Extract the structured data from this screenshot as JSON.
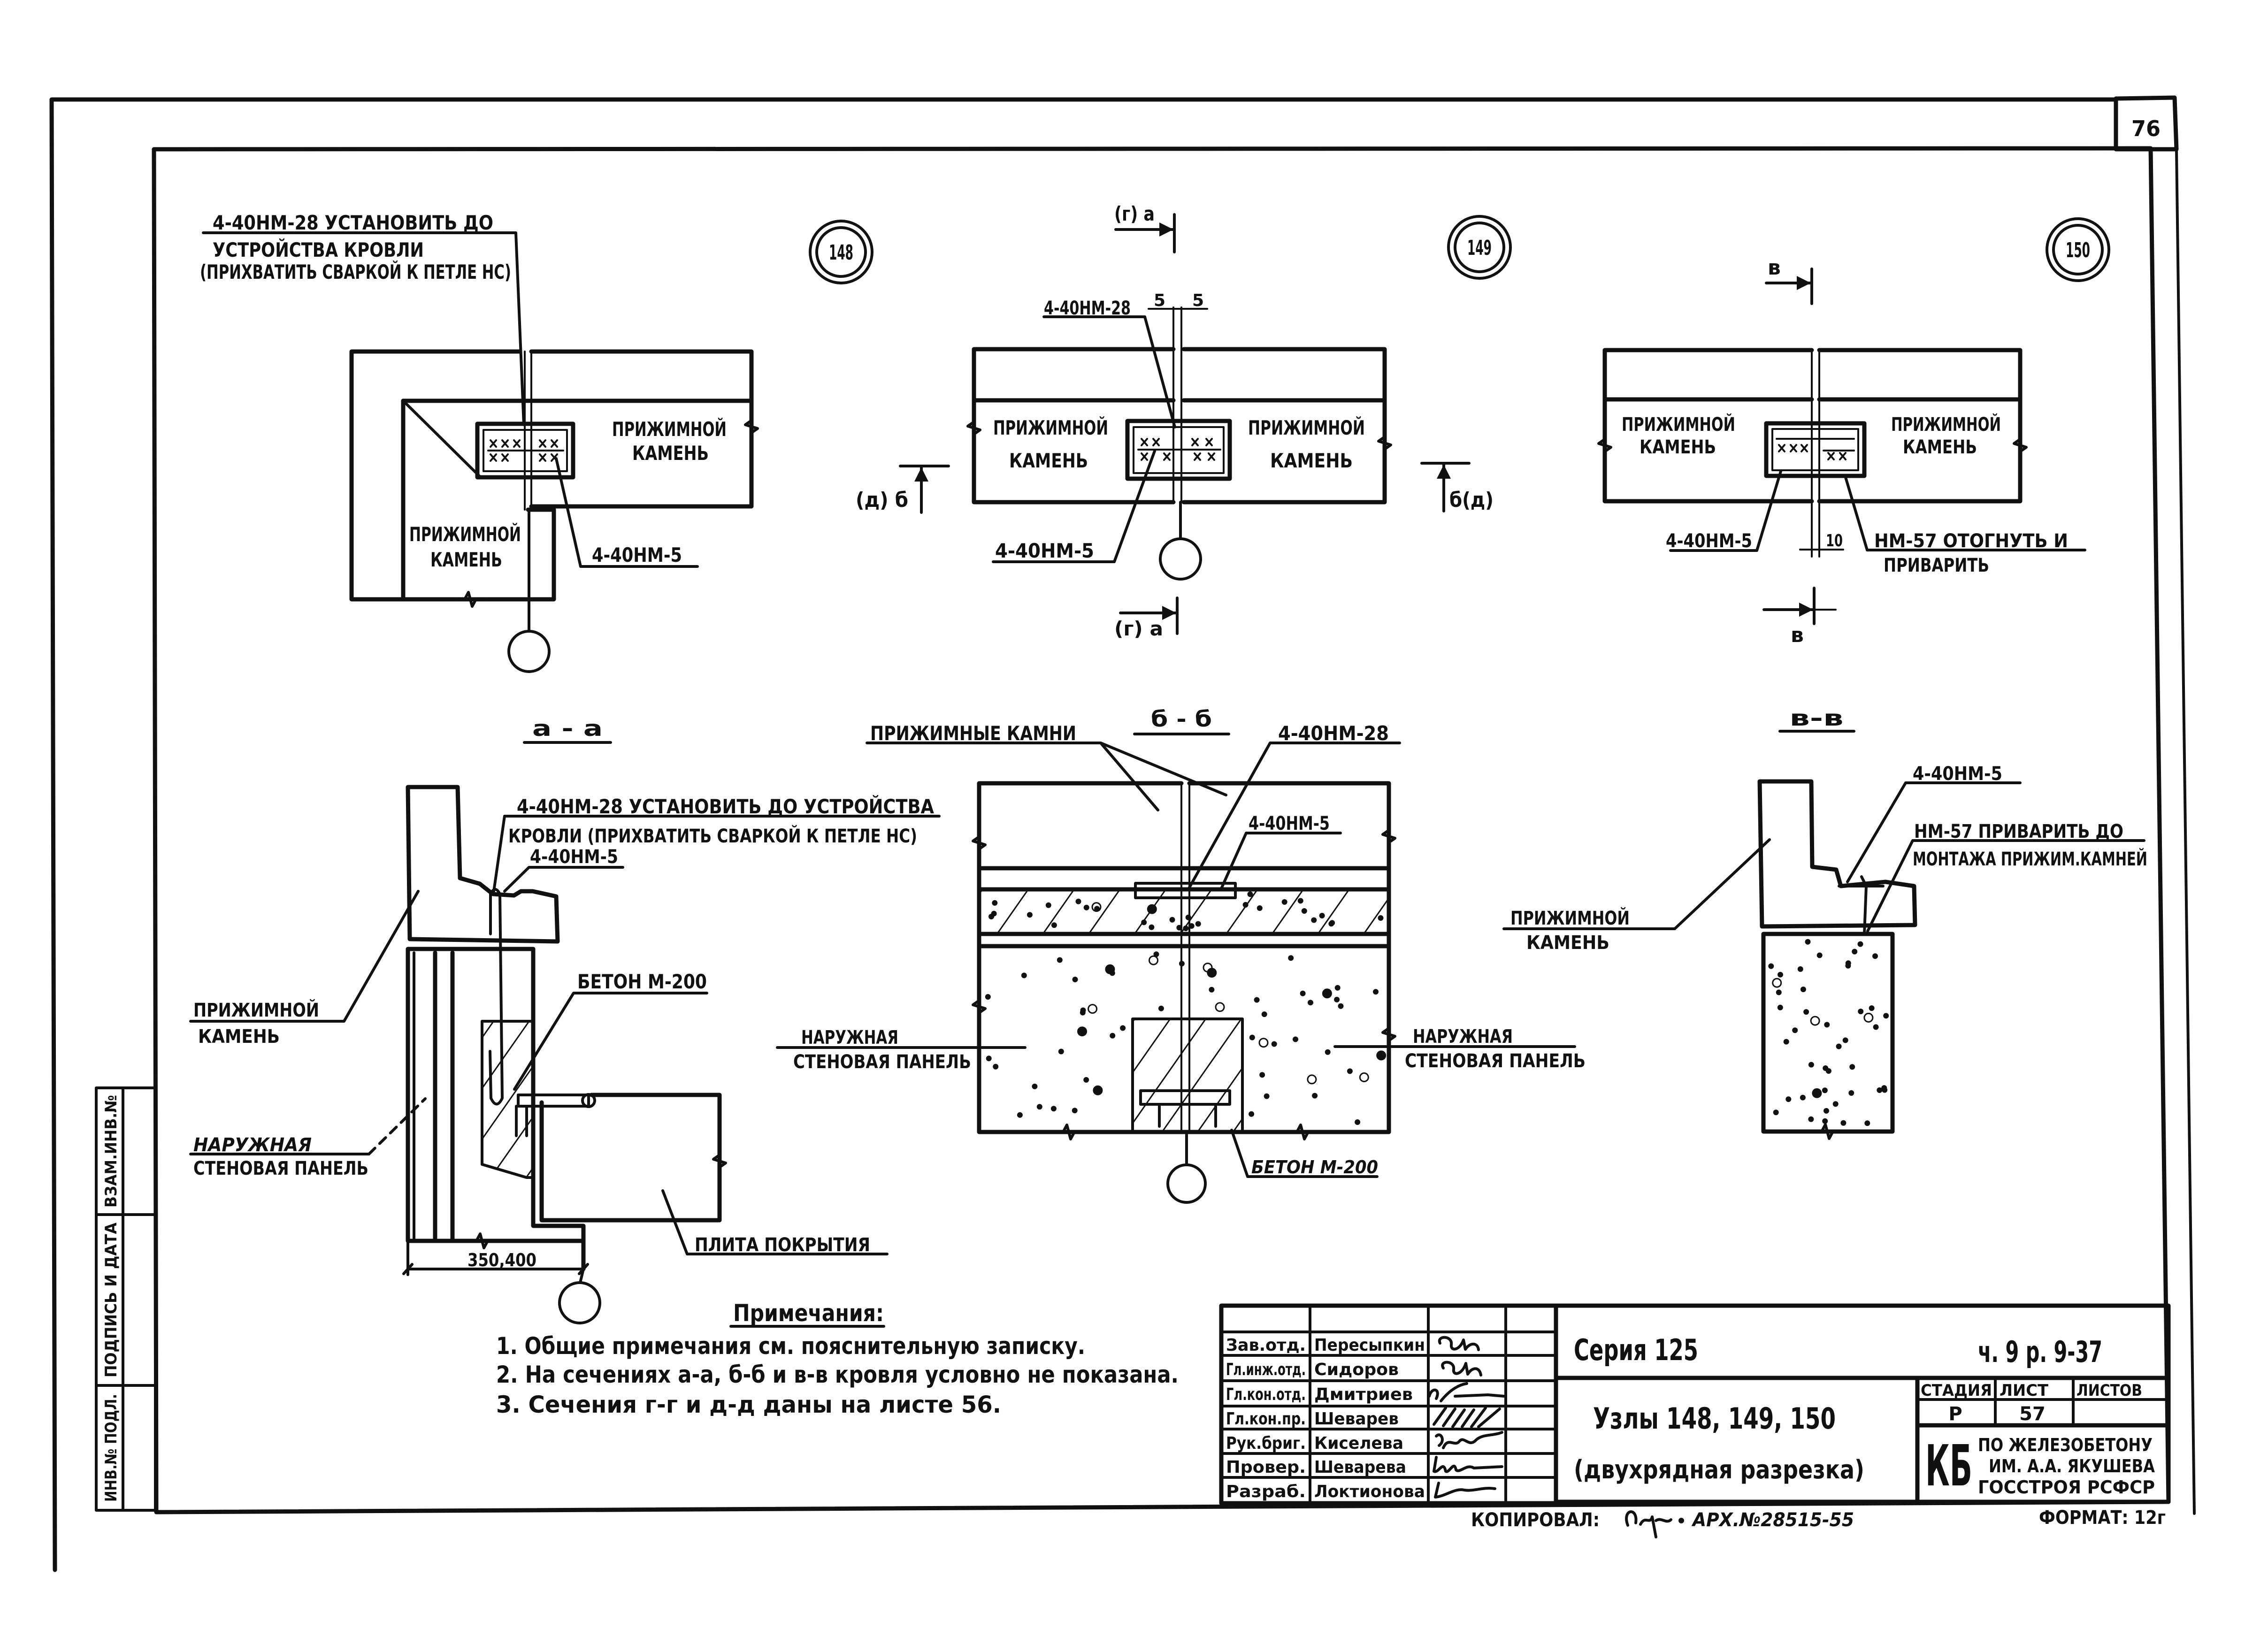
{
  "sheet": {
    "page_number": "76",
    "copied_label": "КОПИРОВАЛ:",
    "archive_number": "АРХ.№28515-55",
    "format_label": "ФОРМАТ: 12г"
  },
  "side_stamp": {
    "replacement_inventory": "ВЗАМ.ИНВ.№",
    "signature_and_date": "ПОДПИСЬ И ДАТА",
    "original_inventory": "ИНВ.№ ПОДЛ."
  },
  "node_148": {
    "number": "148",
    "rod_note": [
      "4-40НМ-28 УСТАНОВИТЬ ДО",
      "УСТРОЙСТВА КРОВЛИ",
      "(ПРИХВАТИТЬ СВАРКОЙ К ПЕТЛЕ НС)"
    ],
    "stone_right": [
      "ПРИЖИМНОЙ",
      "КАМЕНЬ"
    ],
    "stone_left": [
      "ПРИЖИМНОЙ",
      "КАМЕНЬ"
    ],
    "clip_label": "4-40НМ-5"
  },
  "node_149": {
    "number": "149",
    "section_top": "(г) а",
    "section_bottom": "(г) а",
    "section_left": "(д) б",
    "section_right": "б(д)",
    "rod_label": "4-40НМ-28",
    "gap_dims": [
      "5",
      "5"
    ],
    "stone_left": [
      "ПРИЖИМНОЙ",
      "КАМЕНЬ"
    ],
    "stone_right": [
      "ПРИЖИМНОЙ",
      "КАМЕНЬ"
    ],
    "clip_label": "4-40НМ-5"
  },
  "node_150": {
    "number": "150",
    "section_top": "в",
    "section_bottom": "в",
    "stone_left": [
      "ПРИЖИМНОЙ",
      "КАМЕНЬ"
    ],
    "stone_right": [
      "ПРИЖИМНОЙ",
      "КАМЕНЬ"
    ],
    "clip_label": "4-40НМ-5",
    "gap_dim": "10",
    "bend_note": [
      "НМ-57 ОТОГНУТЬ И",
      "ПРИВАРИТЬ"
    ]
  },
  "section_aa": {
    "title": "а - а",
    "rod_note": [
      "4-40НМ-28 УСТАНОВИТЬ ДО УСТРОЙСТВА",
      "КРОВЛИ (ПРИХВАТИТЬ СВАРКОЙ К ПЕТЛЕ НС)"
    ],
    "clip_label": "4-40НМ-5",
    "concrete_label": "БЕТОН М-200",
    "stone_label": [
      "ПРИЖИМНОЙ",
      "КАМЕНЬ"
    ],
    "panel_label": [
      "НАРУЖНАЯ",
      "СТЕНОВАЯ ПАНЕЛЬ"
    ],
    "slab_label": "ПЛИТА ПОКРЫТИЯ",
    "dimension": "350,400"
  },
  "section_bb": {
    "title": "б - б",
    "stones_label": "ПРИЖИМНЫЕ КАМНИ",
    "rod_label": "4-40НМ-28",
    "clip_label": "4-40НМ-5",
    "panel_left": [
      "НАРУЖНАЯ",
      "СТЕНОВАЯ ПАНЕЛЬ"
    ],
    "panel_right": [
      "НАРУЖНАЯ",
      "СТЕНОВАЯ ПАНЕЛЬ"
    ],
    "concrete_label": "БЕТОН М-200"
  },
  "section_vv": {
    "title": "в-в",
    "clip_label": "4-40НМ-5",
    "weld_note": [
      "НМ-57 ПРИВАРИТЬ ДО",
      "МОНТАЖА ПРИЖИМ.КАМНЕЙ"
    ],
    "stone_label": [
      "ПРИЖИМНОЙ",
      "КАМЕНЬ"
    ]
  },
  "notes": {
    "heading": "Примечания:",
    "items": [
      "1. Общие примечания см. пояснительную записку.",
      "2. На сечениях а-а, б-б и в-в кровля условно не показана.",
      "3. Сечения г-г и д-д даны на листе 56."
    ]
  },
  "title_block": {
    "staff": [
      {
        "role": "Зав.отд.",
        "name": "Пересыпкин"
      },
      {
        "role": "Гл.инж.отд.",
        "name": "Сидоров"
      },
      {
        "role": "Гл.кон.отд.",
        "name": "Дмитриев"
      },
      {
        "role": "Гл.кон.пр.",
        "name": "Шеварев"
      },
      {
        "role": "Рук.бриг.",
        "name": "Киселева"
      },
      {
        "role": "Провер.",
        "name": "Шеварева"
      },
      {
        "role": "Разраб.",
        "name": "Локтионова"
      }
    ],
    "series": "Серия 125",
    "code": "ч. 9 р. 9-37",
    "title": "Узлы 148, 149, 150",
    "subtitle": "(двухрядная разрезка)",
    "stage_header": "СТАДИЯ",
    "sheet_header": "ЛИСТ",
    "sheets_header": "ЛИСТОВ",
    "stage": "Р",
    "sheet": "57",
    "sheets": "",
    "org_mark": "КБ",
    "org_name": [
      "ПО ЖЕЛЕЗОБЕТОНУ",
      "ИМ. А.А. ЯКУШЕВА",
      "ГОССТРОЯ РСФСР"
    ]
  }
}
